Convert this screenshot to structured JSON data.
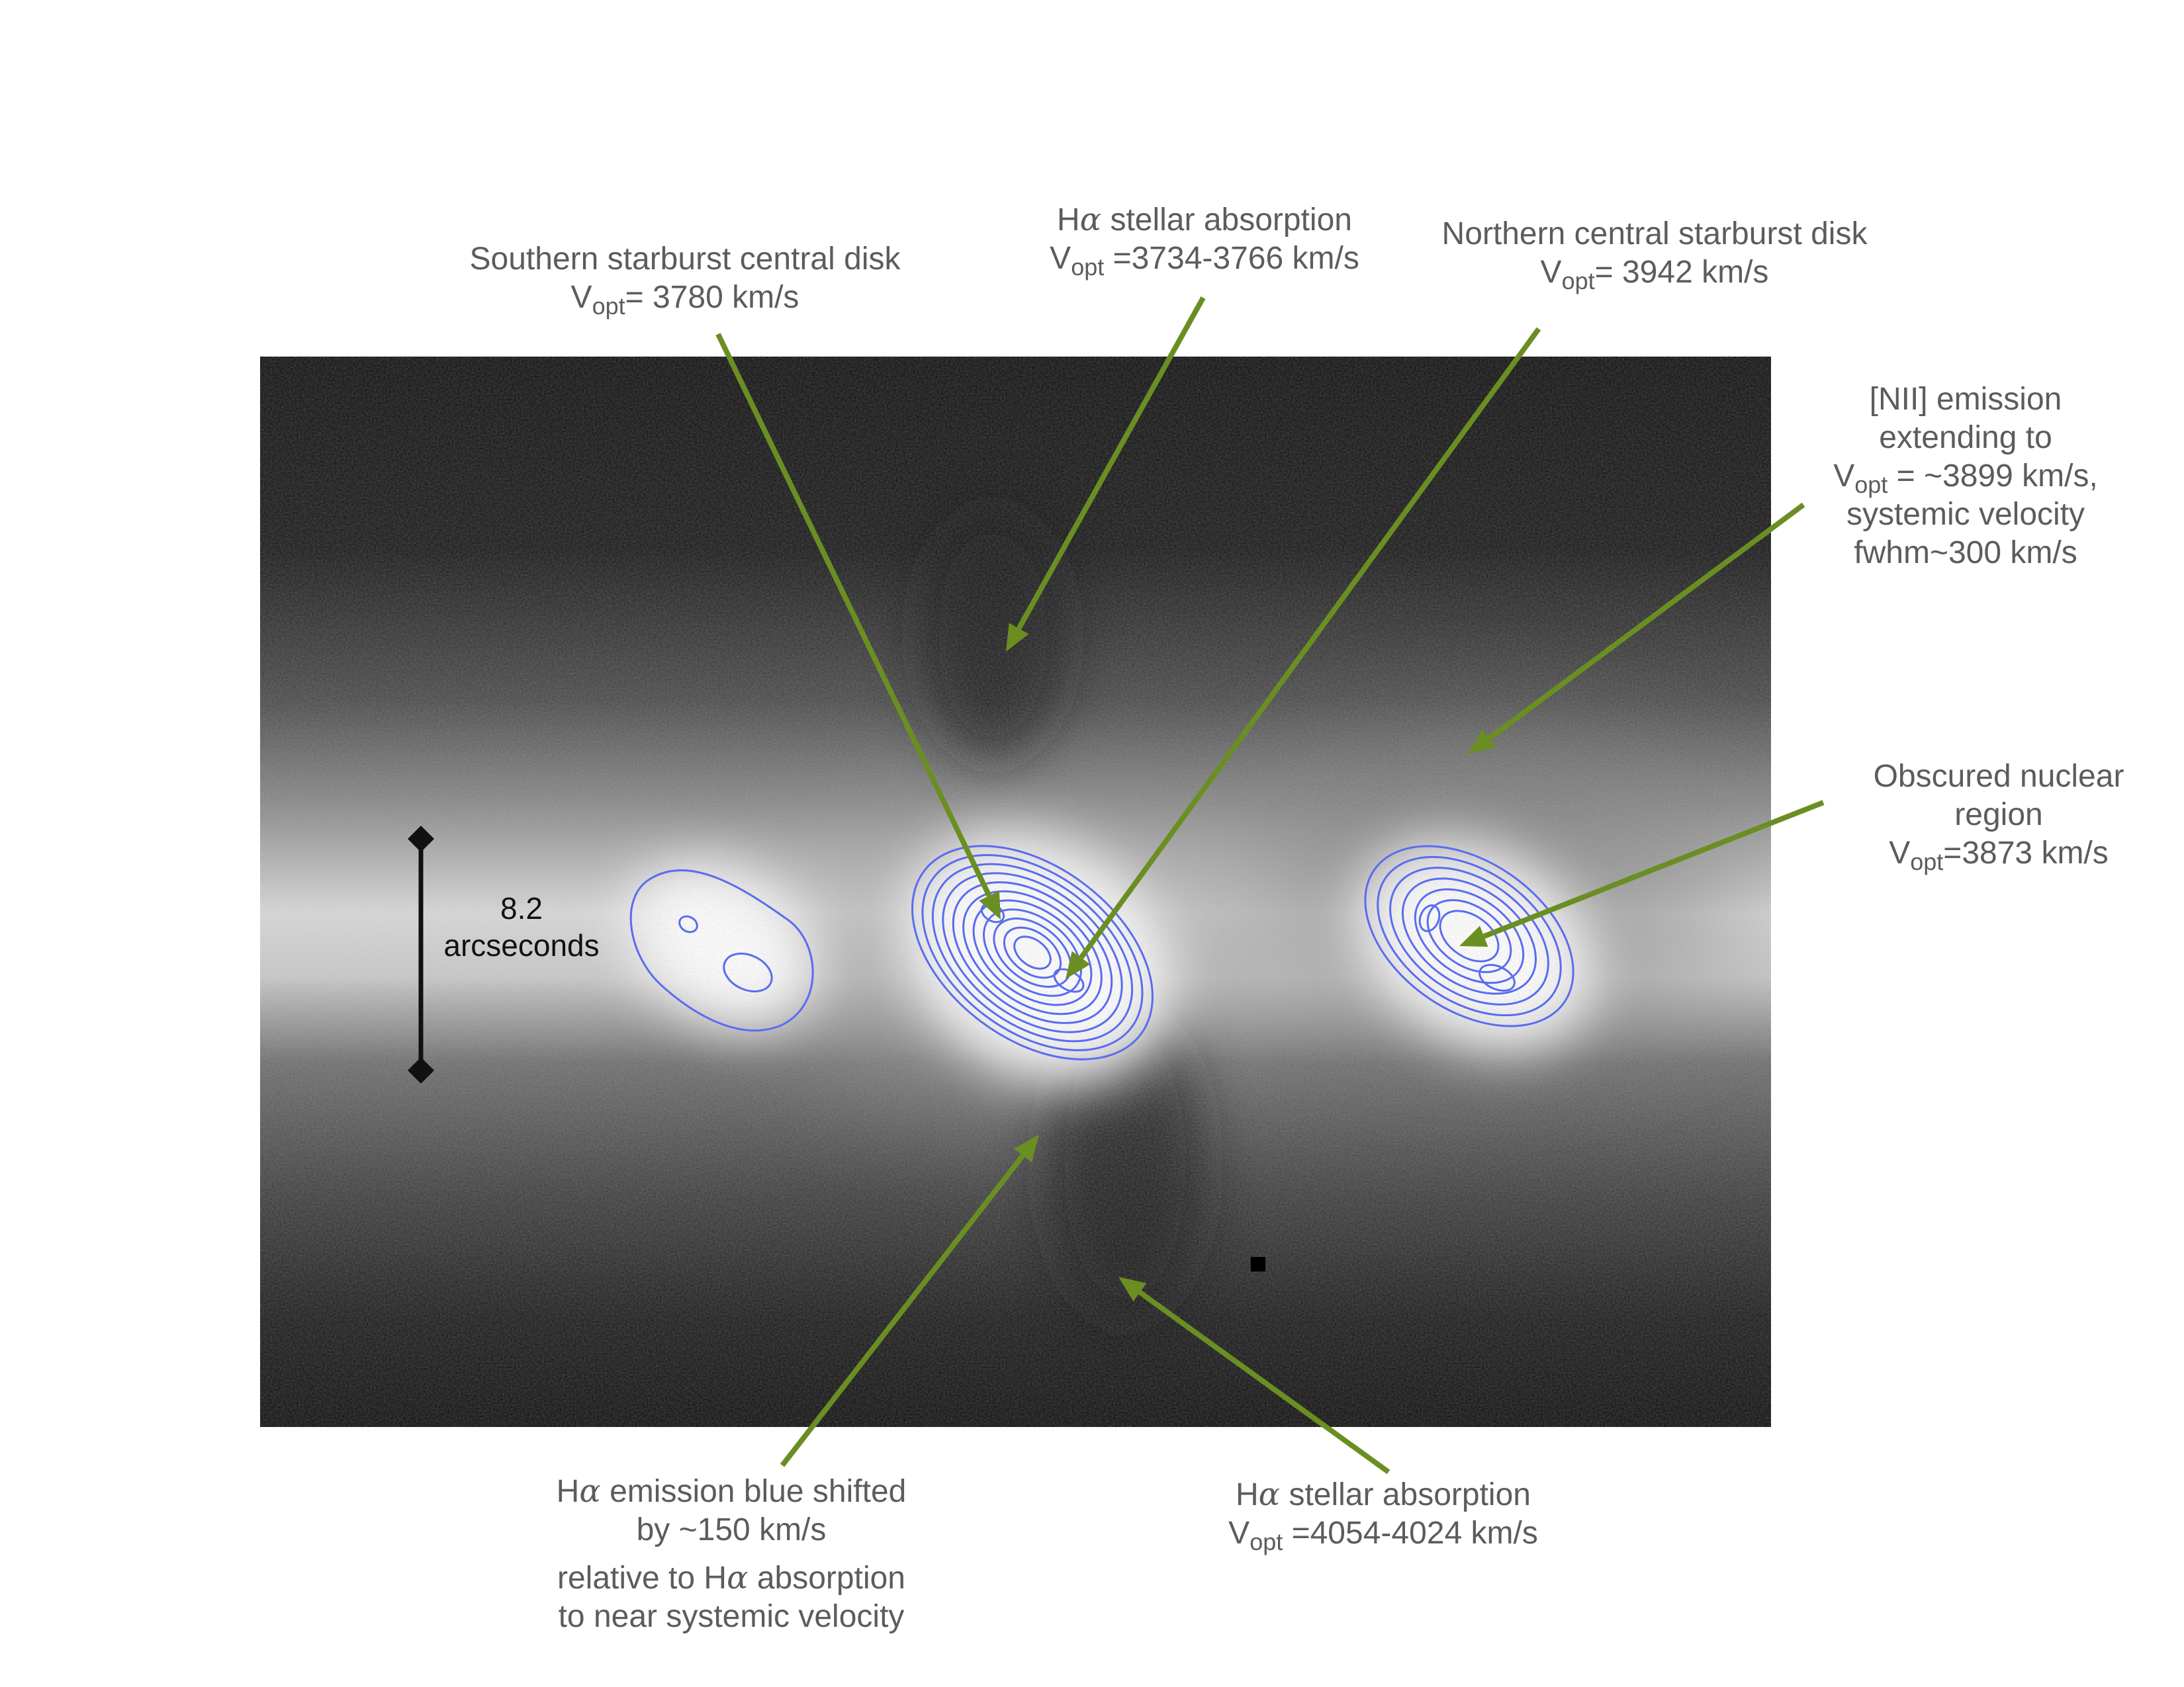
{
  "colors": {
    "annotation_text": "#5c5c5c",
    "arrow": "#6b8e23",
    "contour": "#5a6cf0",
    "scale_bar": "#111111",
    "panel_dark": "#0e0e0e",
    "panel_bright": "#ffffff"
  },
  "scale_bar": {
    "value": "8.2",
    "unit": "arcseconds"
  },
  "annotations": {
    "southern_disk": {
      "line1": "Southern starburst central disk",
      "v_symbol": "V",
      "v_sub": "opt",
      "v_value": "= 3780 km/s"
    },
    "ha_absorption_top": {
      "h": "H",
      "alpha": "α",
      "rest": " stellar absorption",
      "v_symbol": "V",
      "v_sub": "opt",
      "v_value": " =3734-3766 km/s"
    },
    "northern_disk": {
      "line1": "Northern central starburst disk",
      "v_symbol": "V",
      "v_sub": "opt",
      "v_value": "= 3942 km/s"
    },
    "nii_emission": {
      "line1": "[NII] emission",
      "line2": "extending to",
      "v_symbol": "V",
      "v_sub": "opt",
      "v_value": " = ~3899 km/s,",
      "line4": "systemic velocity",
      "line5": "fwhm~300 km/s"
    },
    "obscured_nucleus": {
      "line1": "Obscured nuclear",
      "line2": "region",
      "v_symbol": "V",
      "v_sub": "opt",
      "v_value": "=3873 km/s"
    },
    "ha_emission_blue": {
      "h": "H",
      "alpha": "α",
      "line1_rest": " emission blue shifted",
      "line2": "by ~150 km/s",
      "line3_pre": "relative to H",
      "line3_alpha": "α",
      "line3_rest": " absorption",
      "line4": "to near systemic velocity"
    },
    "ha_absorption_bottom": {
      "h": "H",
      "alpha": "α",
      "rest": " stellar absorption",
      "v_symbol": "V",
      "v_sub": "opt",
      "v_value": " =4054-4024 km/s"
    }
  }
}
